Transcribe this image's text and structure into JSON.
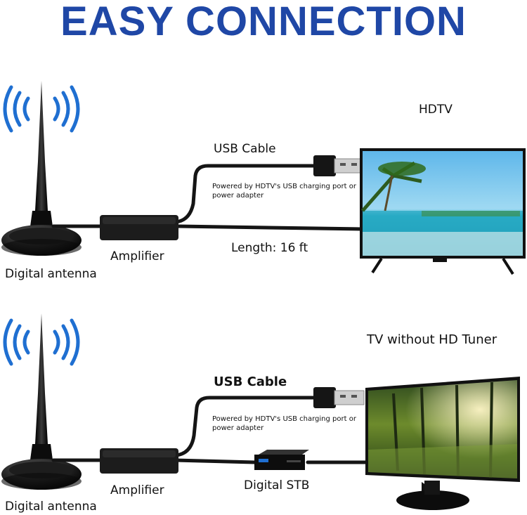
{
  "title": "EASY CONNECTION",
  "top_section": {
    "tv_label": "HDTV",
    "cable_label": "USB Cable",
    "power_note": "Powered by HDTV's USB charging port or power adapter",
    "amplifier_label": "Amplifier",
    "length_label": "Length: 16 ft",
    "antenna_label": "Digital antenna"
  },
  "bottom_section": {
    "tv_label": "TV without HD Tuner",
    "cable_label": "USB Cable",
    "power_note": "Powered by HDTV's USB charging port or power adapter",
    "amplifier_label": "Amplifier",
    "stb_label": "Digital STB",
    "antenna_label": "Digital antenna"
  },
  "colors": {
    "title": "#1f47a6",
    "signal_waves": "#1f6fd1",
    "cable": "#151515"
  },
  "icons": [
    "signal-wave-icon",
    "antenna-icon",
    "usb-plug-icon",
    "tv-icon",
    "set-top-box-icon"
  ]
}
